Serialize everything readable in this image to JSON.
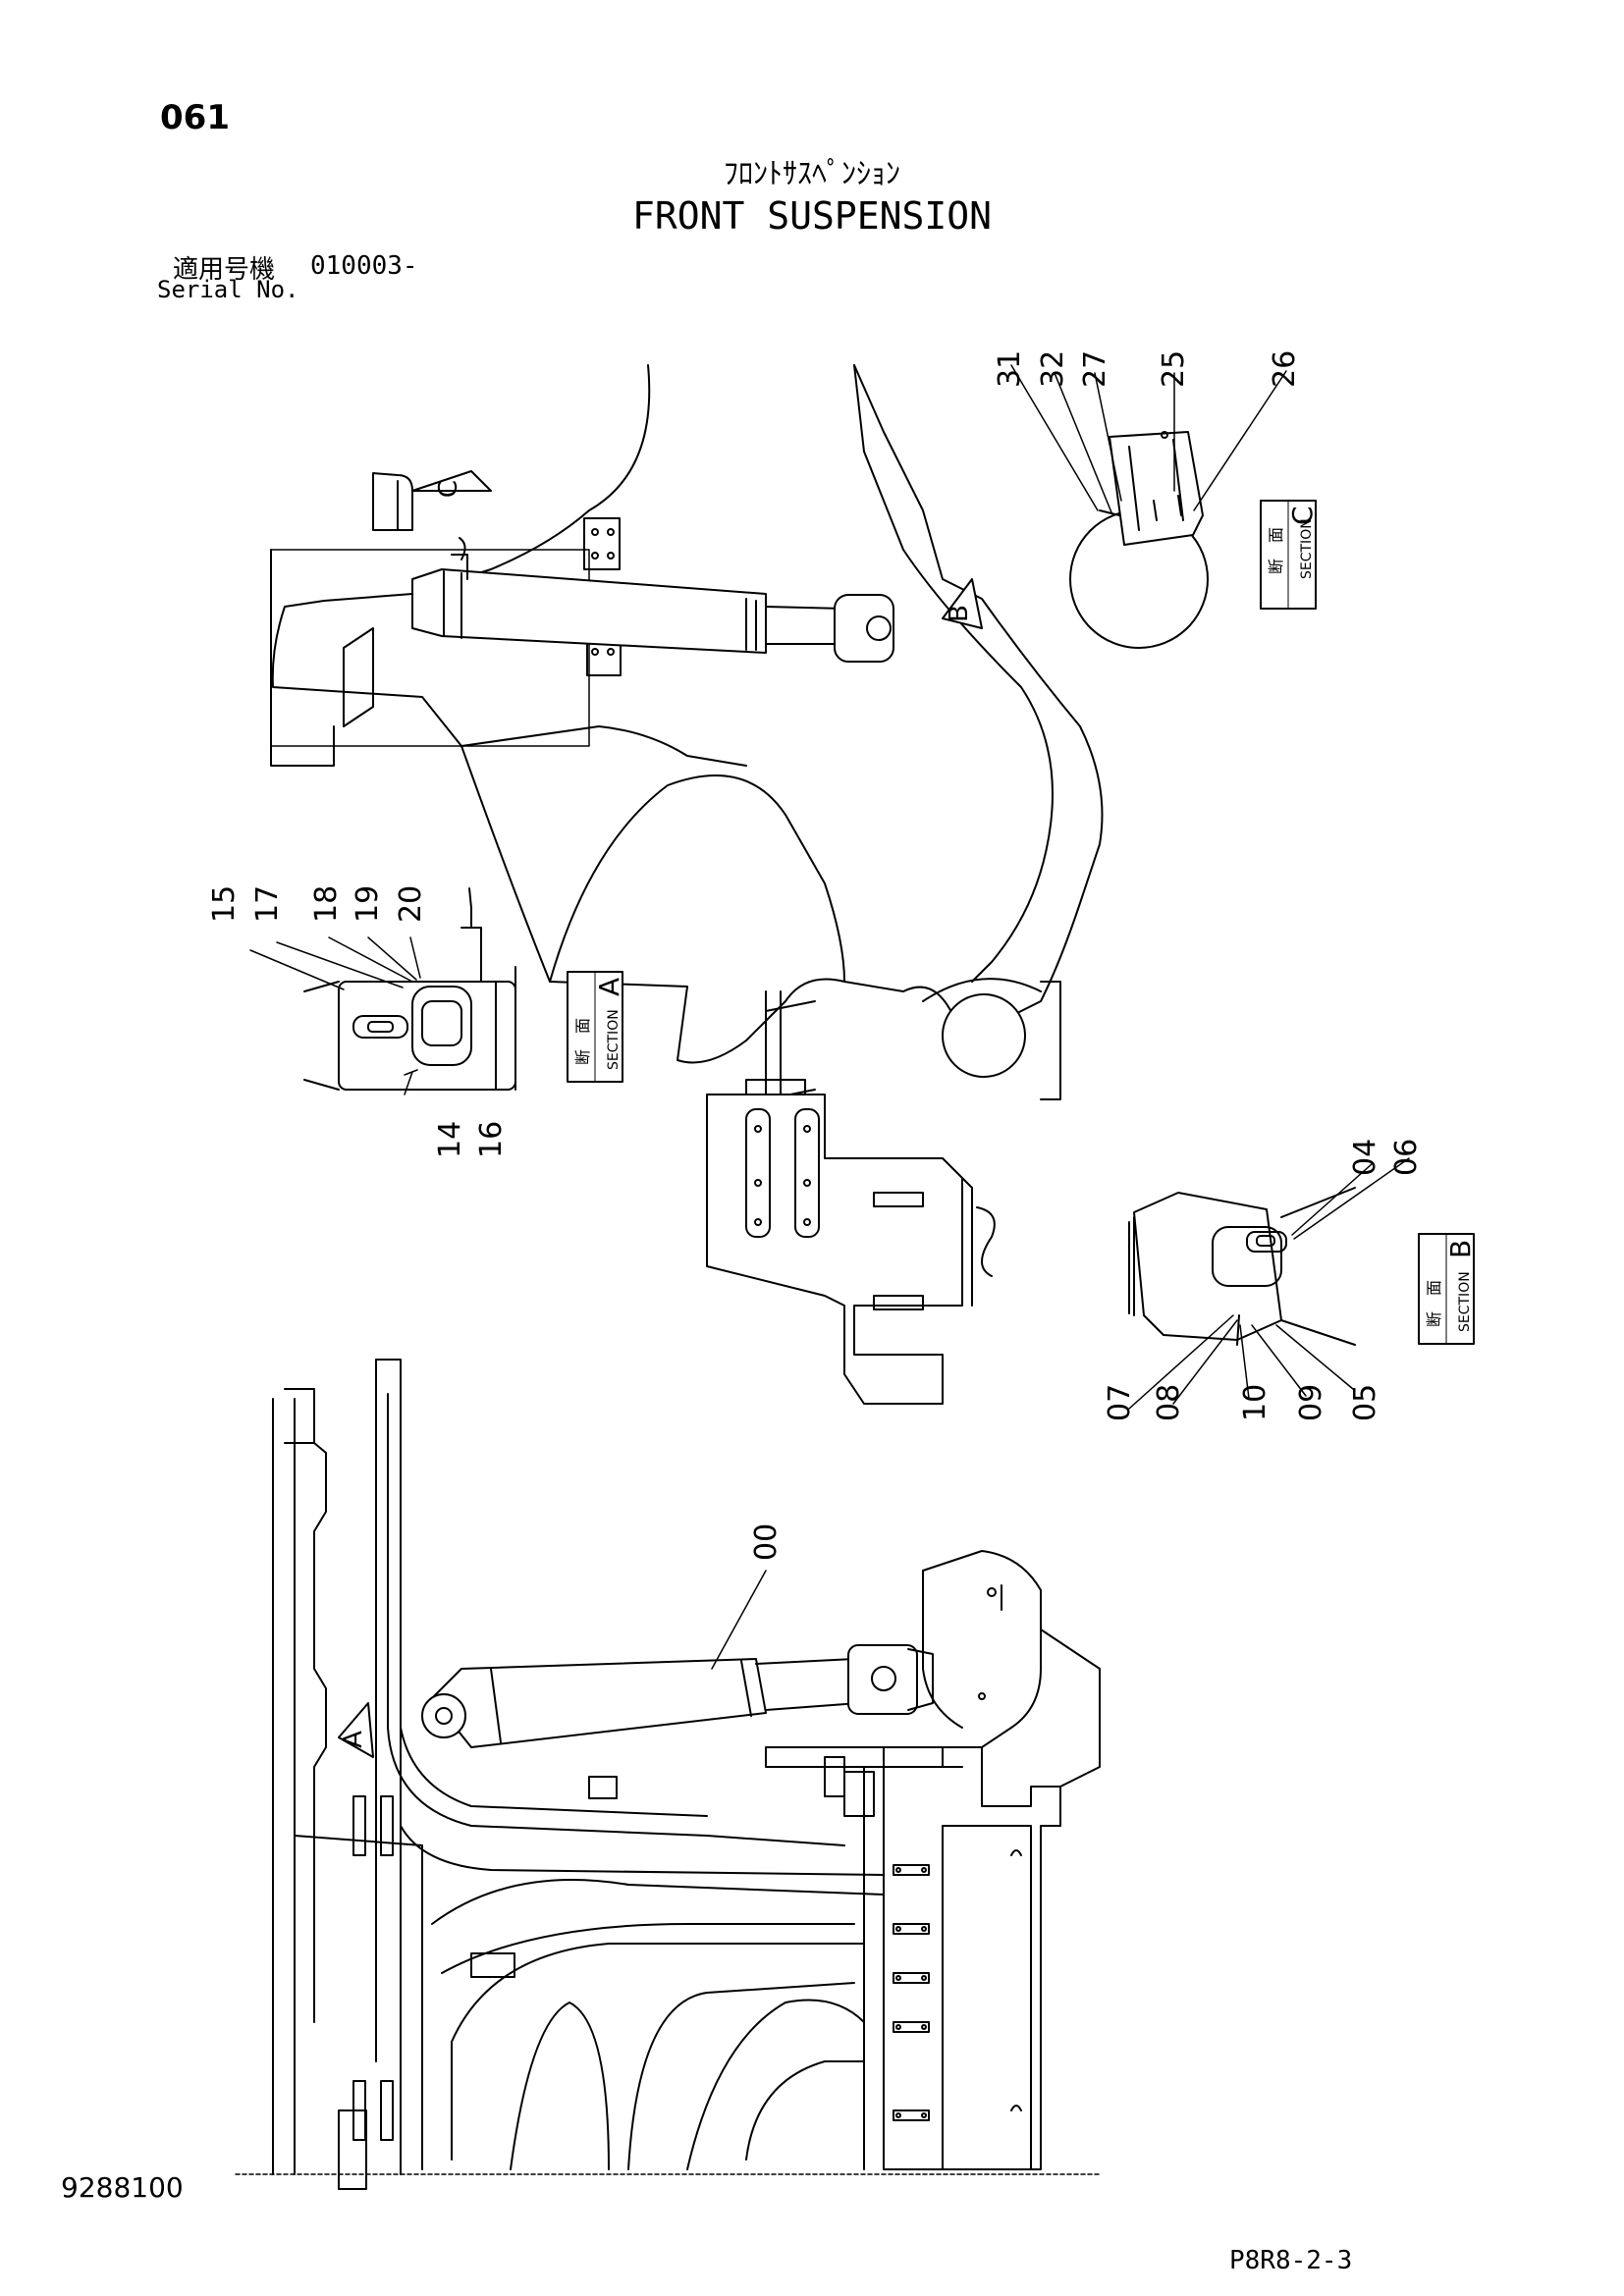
{
  "header": {
    "page_number": "061",
    "title_jp": "ﾌﾛﾝﾄｻｽﾍﾟﾝｼｮﾝ",
    "title_en": "FRONT SUSPENSION",
    "serial_label_jp": "適用号機",
    "serial_value": "010003-",
    "serial_label_en": "Serial No."
  },
  "views": [
    {
      "label": "C"
    },
    {
      "label": "B"
    },
    {
      "label": "A"
    }
  ],
  "sections": [
    {
      "letter": "C",
      "label_jp": "断　面",
      "label_en": "SECTION",
      "parts": [
        "31",
        "32",
        "27",
        "25",
        "26"
      ]
    },
    {
      "letter": "A",
      "label_jp": "断　面",
      "label_en": "SECTION",
      "parts": [
        "15",
        "17",
        "18",
        "19",
        "20",
        "14",
        "16"
      ]
    },
    {
      "letter": "B",
      "label_jp": "断　面",
      "label_en": "SECTION",
      "parts": [
        "04",
        "06",
        "07",
        "08",
        "10",
        "09",
        "05"
      ]
    }
  ],
  "main_part": "00",
  "footer": {
    "drawing_number": "9288100",
    "page_code": "P8R8-2-3"
  }
}
